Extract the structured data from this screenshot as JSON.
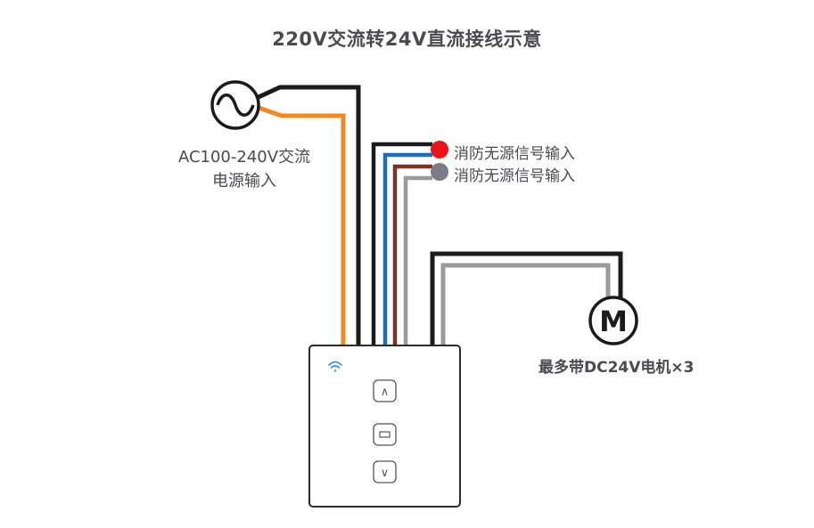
{
  "title": "220V交流转24V直流接线示意",
  "power_input": {
    "line1": "AC100-240V交流",
    "line2": "电源输入"
  },
  "signal_inputs": [
    {
      "label": "消防无源信号输入",
      "color": "#e8151b"
    },
    {
      "label": "消防无源信号输入",
      "color": "#7c7c88"
    }
  ],
  "motor": {
    "symbol": "M",
    "label": "最多带DC24V电机×3"
  },
  "switch_panel": {
    "buttons": [
      {
        "name": "up",
        "icon": "chevron-up-icon",
        "glyph": "∧"
      },
      {
        "name": "stop",
        "icon": "stop-icon",
        "glyph": "▭"
      },
      {
        "name": "down",
        "icon": "chevron-down-icon",
        "glyph": "∨"
      }
    ],
    "wifi_color": "#3a8fd6"
  },
  "wire_colors": {
    "black": "#1b1b1b",
    "orange": "#f08a24",
    "blue": "#1f6fb5",
    "brown": "#7a3326",
    "gray": "#9b9b9b"
  }
}
